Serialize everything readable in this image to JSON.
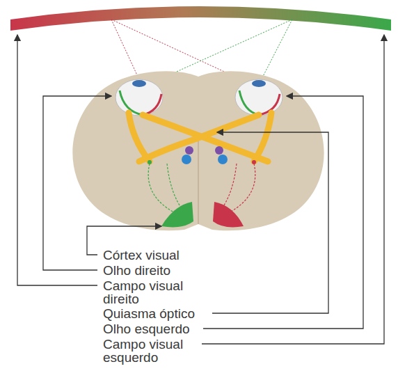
{
  "diagram": {
    "labels": [
      "Córtex visual",
      "Olho direito",
      "Campo visual direito",
      "Quiasma óptico",
      "Olho esquerdo",
      "Campo visual esquerdo"
    ]
  }
}
